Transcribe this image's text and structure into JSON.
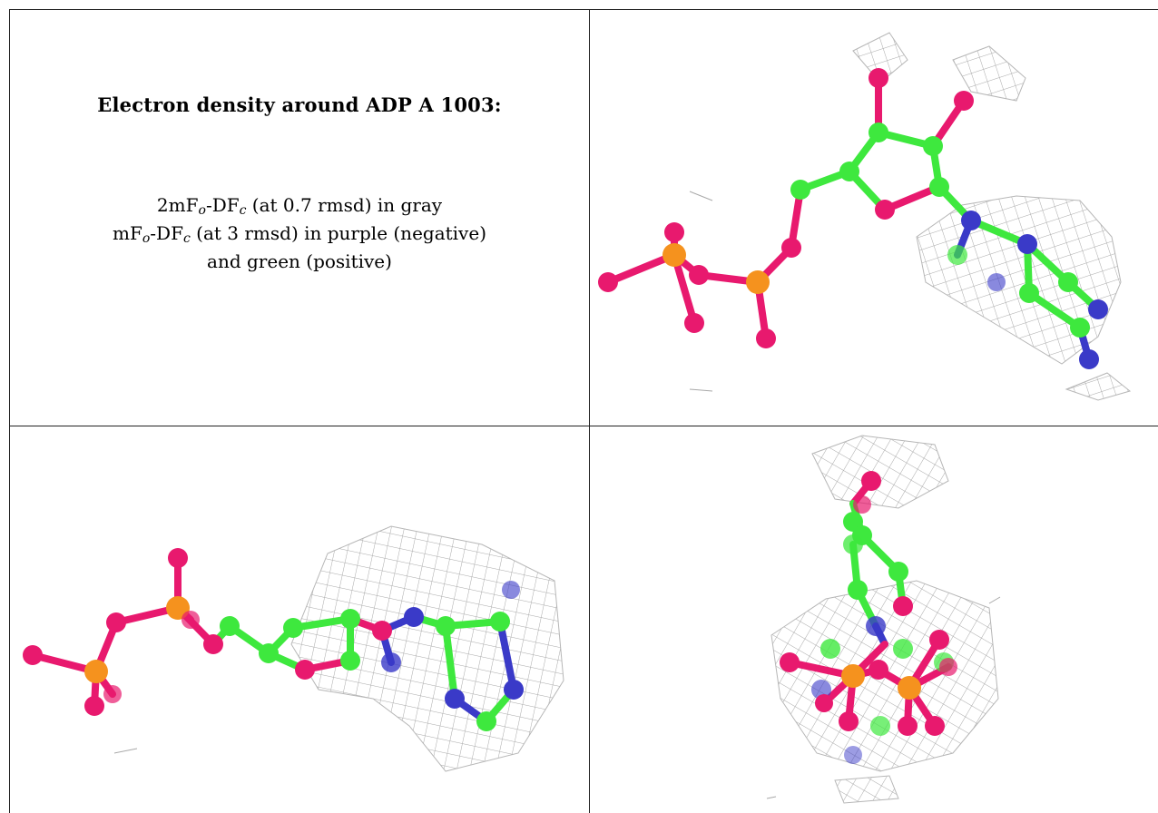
{
  "caption": {
    "title": "Electron density around ADP A 1003:",
    "line1": {
      "pre": "2mF",
      "sub1": "o",
      "mid": "-DF",
      "sub2": "c",
      "post": " (at 0.7 rmsd) in gray"
    },
    "line2": {
      "pre": "mF",
      "sub1": "o",
      "mid": "-DF",
      "sub2": "c",
      "post": " (at 3 rmsd) in purple (negative)"
    },
    "line3": "and green (positive)"
  },
  "colors": {
    "carbon": "#3ee83e",
    "nitrogen": "#3a3ac8",
    "oxygen": "#e8196e",
    "phosphorus": "#f5921e",
    "mesh": "#9a9a9a",
    "border": "#222222"
  },
  "panels": [
    "view-top-right",
    "view-bottom-left",
    "view-bottom-right"
  ]
}
